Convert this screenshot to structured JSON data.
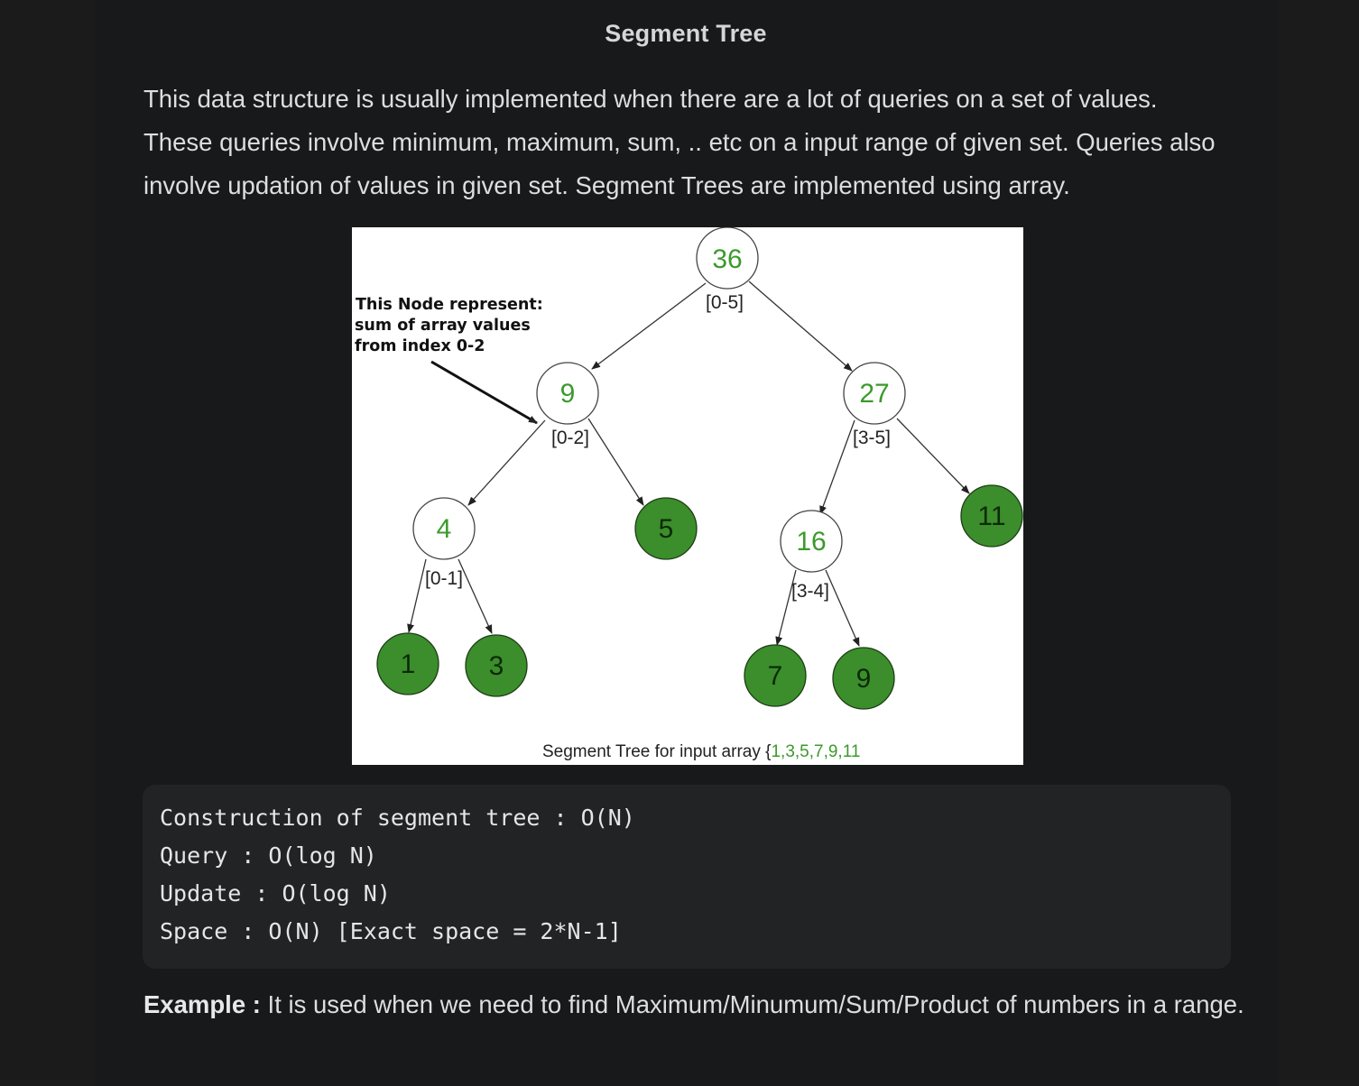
{
  "heading": "Segment Tree",
  "intro": "This data structure is usually implemented when there are a lot of queries on a set of values. These queries involve minimum, maximum, sum, .. etc on a input range of given set. Queries also involve updation of values in given set. Segment Trees are implemented using array.",
  "figure": {
    "annotation_lines": [
      "This Node represent:",
      "sum of array values",
      "from index 0-2"
    ],
    "caption_prefix": "Segment Tree for input array {",
    "caption_values": "1,3,5,7,9,11",
    "nodes": [
      {
        "id": "n36",
        "value": "36",
        "range": "[0-5]",
        "leaf": false
      },
      {
        "id": "n9",
        "value": "9",
        "range": "[0-2]",
        "leaf": false
      },
      {
        "id": "n27",
        "value": "27",
        "range": "[3-5]",
        "leaf": false
      },
      {
        "id": "n4",
        "value": "4",
        "range": "[0-1]",
        "leaf": false
      },
      {
        "id": "n5",
        "value": "5",
        "range": "",
        "leaf": true
      },
      {
        "id": "n16",
        "value": "16",
        "range": "[3-4]",
        "leaf": false
      },
      {
        "id": "n11",
        "value": "11",
        "range": "",
        "leaf": true
      },
      {
        "id": "n1",
        "value": "1",
        "range": "",
        "leaf": true
      },
      {
        "id": "n3",
        "value": "3",
        "range": "",
        "leaf": true
      },
      {
        "id": "n7",
        "value": "7",
        "range": "",
        "leaf": true
      },
      {
        "id": "n9b",
        "value": "9",
        "range": "",
        "leaf": true
      }
    ],
    "colors": {
      "leaf_fill": "#3b8e2b",
      "internal_text": "#3b9a2b",
      "leaf_text": "#0d2a08"
    }
  },
  "complexity_lines": [
    "Construction of segment tree : O(N)",
    "Query : O(log N)",
    "Update : O(log N)",
    "Space : O(N) [Exact space = 2*N-1]"
  ],
  "example": {
    "label": "Example :",
    "text": " It is used when we need to find Maximum/Minumum/Sum/Product of numbers in a range."
  }
}
